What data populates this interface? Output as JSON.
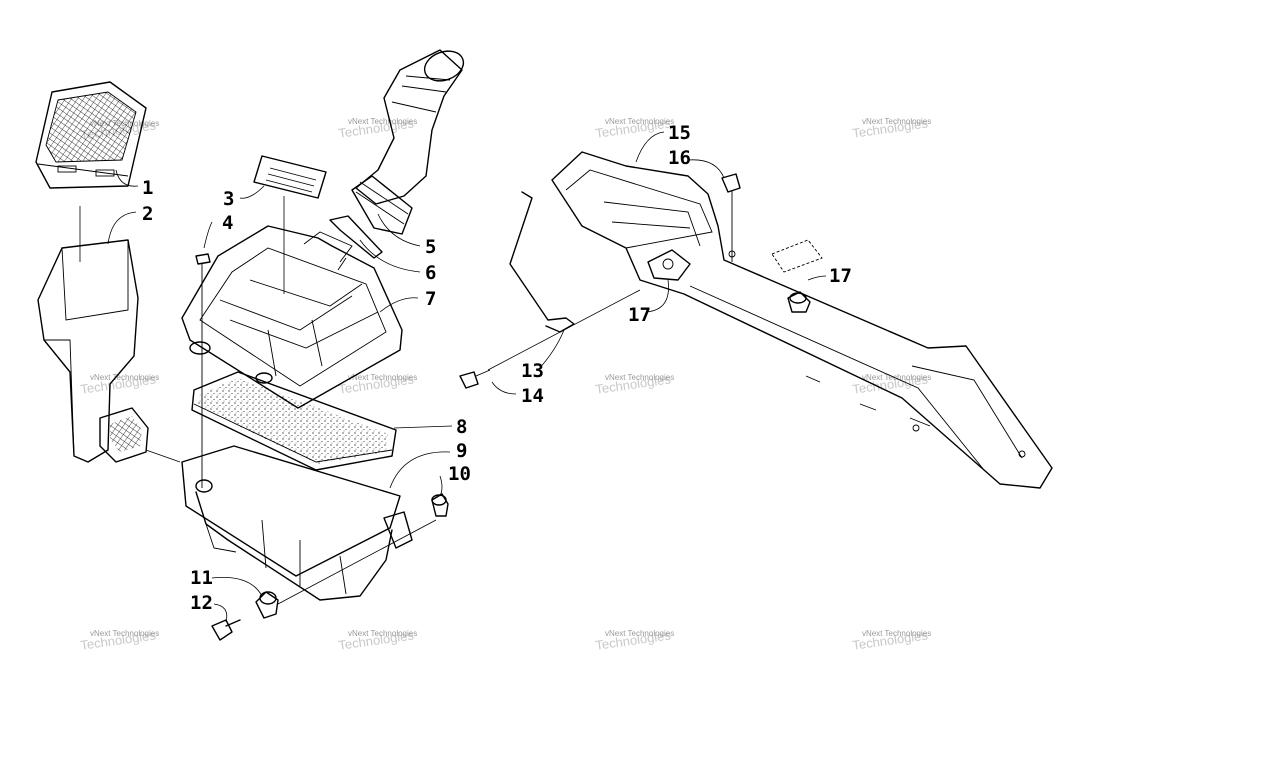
{
  "callouts": {
    "c1": "1",
    "c2": "2",
    "c3": "3",
    "c4": "4",
    "c5": "5",
    "c6": "6",
    "c7": "7",
    "c8": "8",
    "c9": "9",
    "c10": "10",
    "c11": "11",
    "c12": "12",
    "c13": "13",
    "c14": "14",
    "c15": "15",
    "c16": "16",
    "c17a": "17",
    "c17b": "17"
  },
  "watermark": {
    "line_small": "vNext Technologies",
    "line_big": "Technologies"
  },
  "colors": {
    "ink": "#000000",
    "watermark": "#c8c8c8",
    "background": "#ffffff"
  }
}
